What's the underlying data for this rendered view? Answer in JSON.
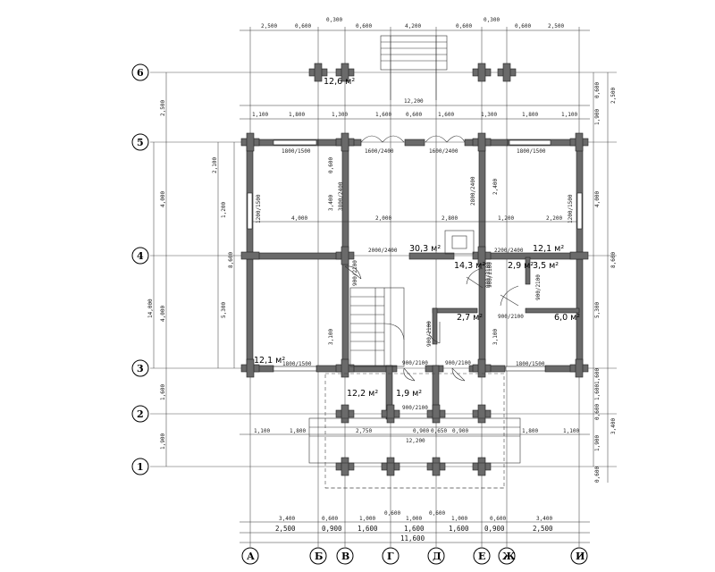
{
  "colors": {
    "wall": "#6a6a6a",
    "line": "#333333",
    "background": "#ffffff"
  },
  "axes": {
    "rows": [
      "6",
      "5",
      "4",
      "3",
      "2",
      "1"
    ],
    "cols": [
      "А",
      "Б",
      "В",
      "Г",
      "Д",
      "Е",
      "Ж",
      "И"
    ]
  },
  "top_dims": {
    "row1": [
      "2,500",
      "0,600",
      "0,300",
      "0,600",
      "4,200",
      "0,600",
      "0,300",
      "0,600",
      "2,500"
    ],
    "overall": "12,200",
    "row2": [
      "1,100",
      "1,800",
      "1,300",
      "1,600",
      "0,600",
      "1,600",
      "1,300",
      "1,800",
      "1,100"
    ]
  },
  "bottom_dims": {
    "row1": [
      "3,400",
      "0,600",
      "1,000",
      "0,600",
      "1,000",
      "0,600",
      "1,000",
      "0,600",
      "3,400"
    ],
    "row2": [
      "2,500",
      "0,900",
      "1,600",
      "1,600",
      "1,600",
      "0,900",
      "2,500"
    ],
    "overall": "11,600"
  },
  "lower_dims": [
    "1,100",
    "1,800",
    "2,750",
    "0,900",
    "0,650",
    "0,900",
    "1,800",
    "1,100"
  ],
  "lower_overall": "12,200",
  "left_dims": [
    "2,500",
    "4,000",
    "14,000",
    "4,000",
    "1,600",
    "1,900"
  ],
  "left_inner": [
    "2,100",
    "1,200",
    "8,600",
    "5,300"
  ],
  "right_dims": [
    "2,500",
    "1,900",
    "0,600",
    "4,000",
    "8,600",
    "5,300",
    "1,600",
    "3,400",
    "1,900",
    "0,600",
    "1,600",
    "0,600"
  ],
  "inner_dims": {
    "d4000": "4,000",
    "d2000": "2,000",
    "d2800": "2,800",
    "d1200": "1,200",
    "d2200": "2,200",
    "d3400": "3,400",
    "d3100a": "3,100",
    "d3100b": "3,100",
    "d2400": "2,400",
    "d0600": "0,600"
  },
  "openings": {
    "w1800a": "1800/1500",
    "w1800b": "1800/1500",
    "w1800c": "1800/1500",
    "w1800d": "1800/1500",
    "d1600a": "1600/2400",
    "d1600b": "1600/2400",
    "w1200a": "1200/1500",
    "w1200b": "1200/1500",
    "d2800": "2800/2400",
    "d3800": "3800/2400",
    "d2000": "2000/2400",
    "d2200": "2200/2400",
    "d900a": "900/2100",
    "d900b": "900/2100",
    "d900c": "900/2100",
    "d900d": "900/2100",
    "d900e": "900/2100",
    "d900f": "900/2100",
    "d900g": "900/2100",
    "d900h": "900/2100",
    "d900i": "900/2100"
  },
  "rooms": {
    "r1": "12,6 м²",
    "r2": "30,3 м²",
    "r3": "14,3 м²",
    "r4": "12,1 м²",
    "r5": "2,9 м²",
    "r6": "3,5 м²",
    "r7": "2,7 м²",
    "r8": "6,0 м²",
    "r9": "12,1 м²",
    "r10": "12,2 м²",
    "r11": "1,9 м²"
  }
}
